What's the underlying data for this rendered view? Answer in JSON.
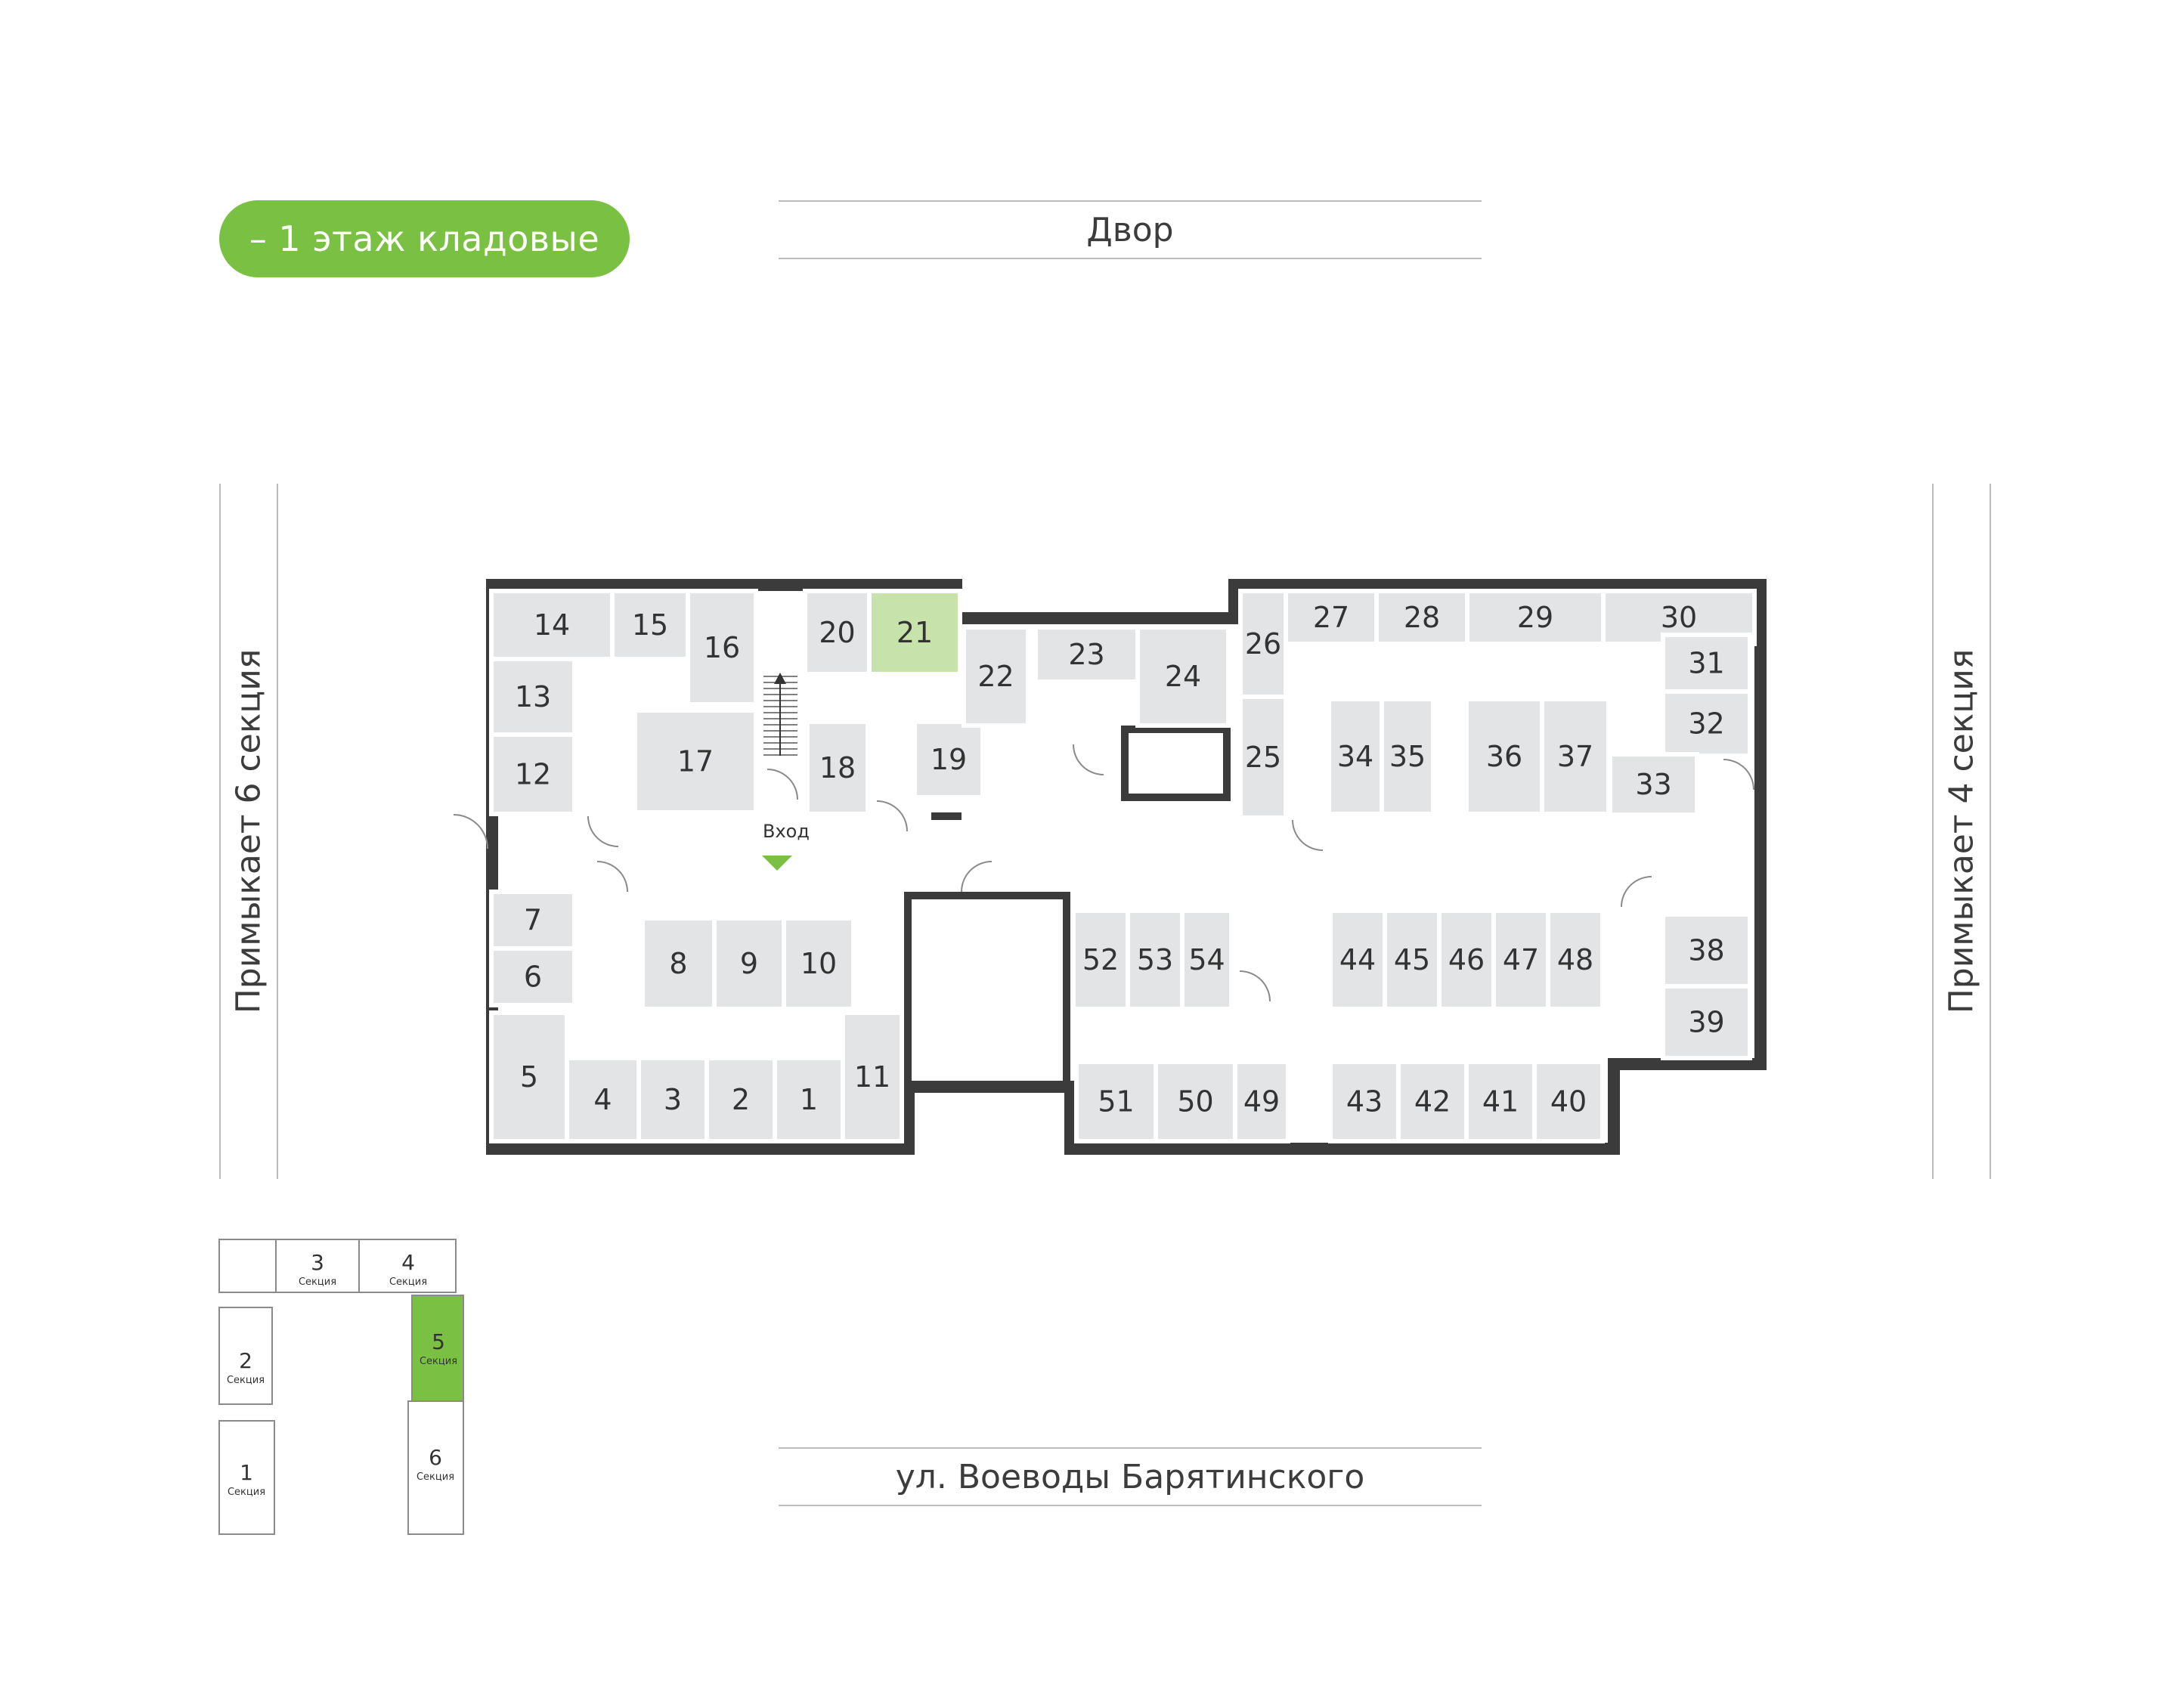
{
  "floor_label": "– 1 этаж кладовые",
  "streets": {
    "top": "Двор",
    "bottom": "ул. Воеводы Барятинского",
    "left": "Примыкает 6 секция",
    "right": "Примыкает 4 секция"
  },
  "entrance_label": "Вход",
  "colors": {
    "accent": "#7ac143",
    "room": "#e3e4e5",
    "selected_room": "#c7e3ab",
    "wall": "#3b3b3b"
  },
  "selected_room": "21",
  "rooms": [
    "1",
    "2",
    "3",
    "4",
    "5",
    "6",
    "7",
    "8",
    "9",
    "10",
    "11",
    "12",
    "13",
    "14",
    "15",
    "16",
    "17",
    "18",
    "19",
    "20",
    "21",
    "22",
    "23",
    "24",
    "25",
    "26",
    "27",
    "28",
    "29",
    "30",
    "31",
    "32",
    "33",
    "34",
    "35",
    "36",
    "37",
    "38",
    "39",
    "40",
    "41",
    "42",
    "43",
    "44",
    "45",
    "46",
    "47",
    "48",
    "49",
    "50",
    "51",
    "52",
    "53",
    "54"
  ],
  "sections": [
    {
      "number": "1",
      "label": "Секция",
      "active": false
    },
    {
      "number": "2",
      "label": "Секция",
      "active": false
    },
    {
      "number": "3",
      "label": "Секция",
      "active": false
    },
    {
      "number": "4",
      "label": "Секция",
      "active": false
    },
    {
      "number": "5",
      "label": "Секция",
      "active": true
    },
    {
      "number": "6",
      "label": "Секция",
      "active": false
    }
  ]
}
